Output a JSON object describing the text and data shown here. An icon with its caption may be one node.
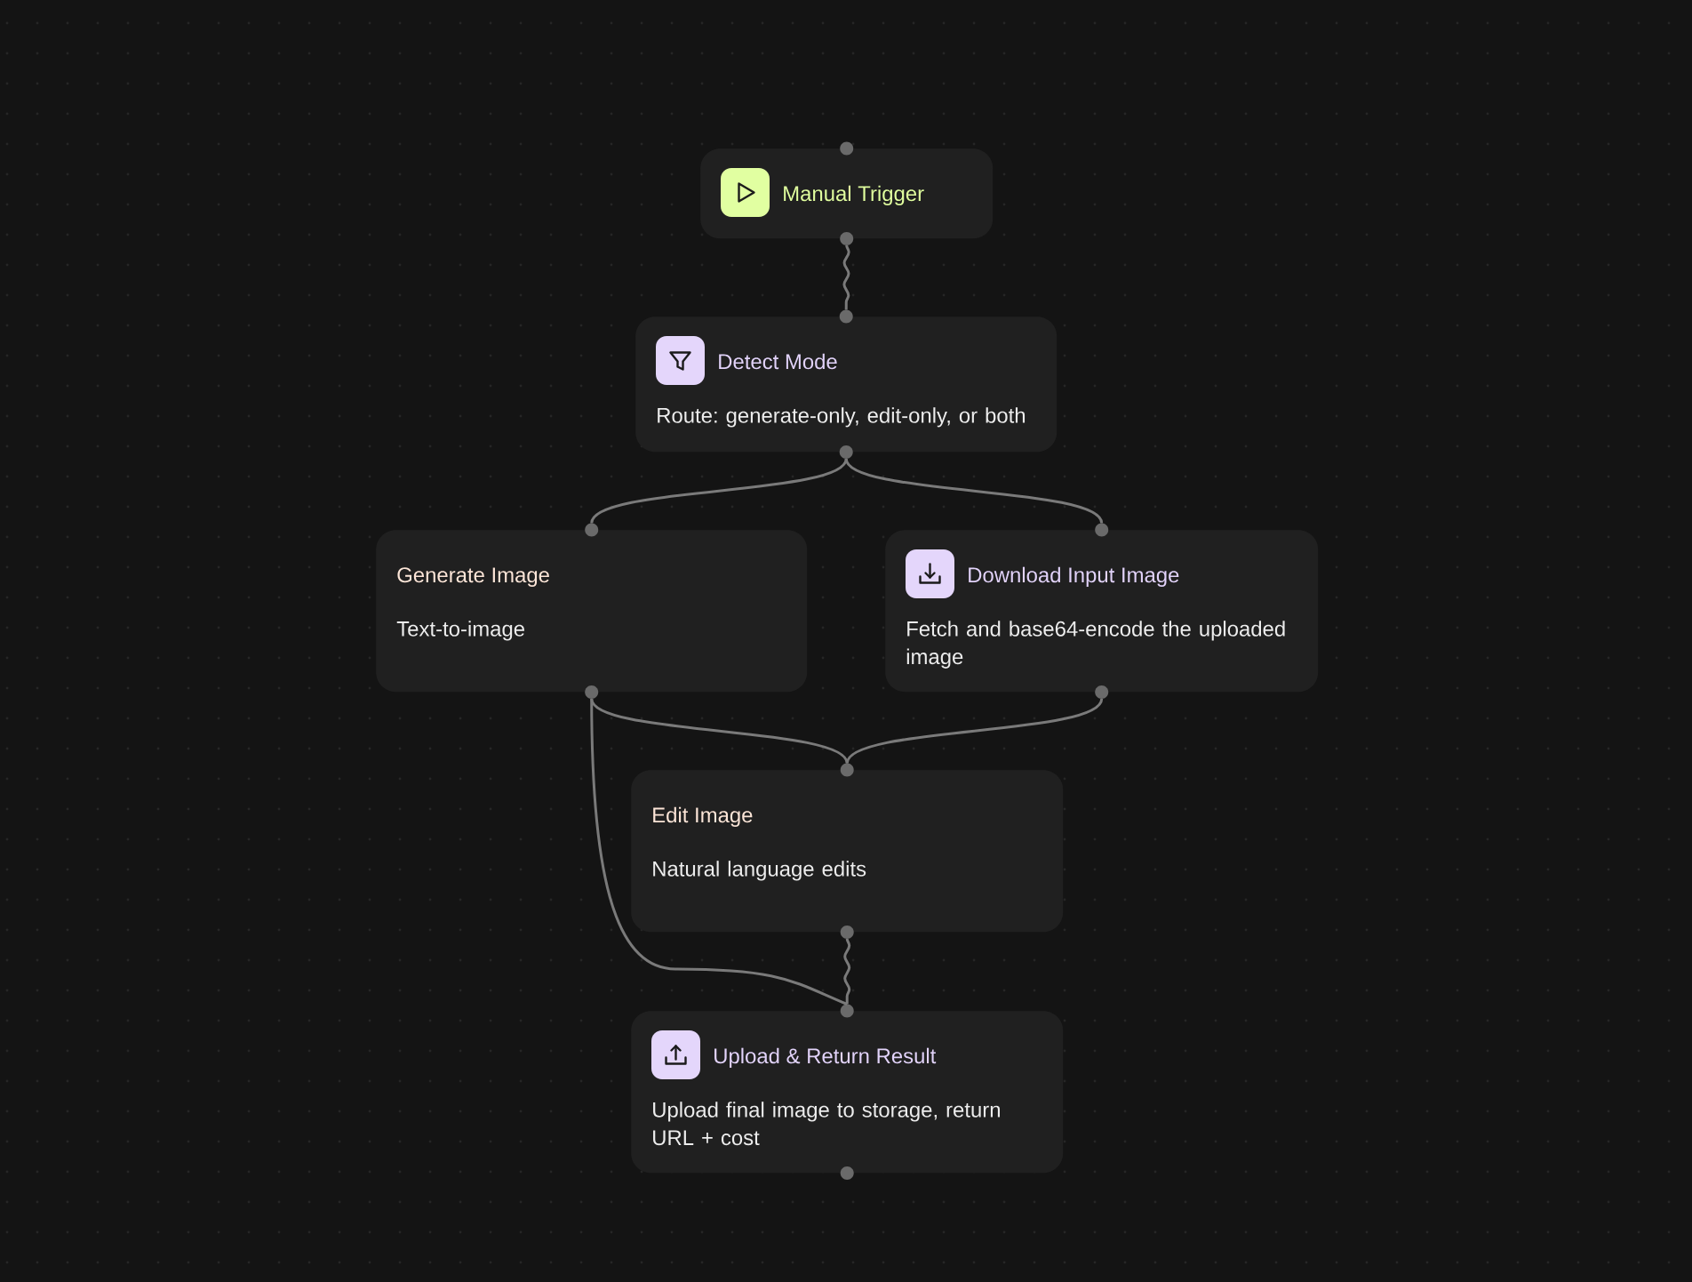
{
  "diagram": {
    "nodes": [
      {
        "text": [
          "Manual Trigger"
        ]
      },
      {
        "text": [
          "Detect Mode",
          "Route: generate-only, edit-only, or both"
        ]
      },
      {
        "text": [
          "Generate Image",
          "Text-to-image"
        ]
      },
      {
        "text": [
          "Download Input Image",
          "Fetch and base64-encode the uploaded image"
        ]
      },
      {
        "text": [
          "Edit Image",
          "Natural language edits"
        ]
      },
      {
        "text": [
          "Upload & Return Result",
          "Upload final image to storage, return URL + cost"
        ]
      }
    ],
    "edges": [
      {
        "from": 0,
        "to": 1,
        "arrow": "none"
      },
      {
        "from": 1,
        "to": 2,
        "arrow": "none"
      },
      {
        "from": 1,
        "to": 3,
        "arrow": "none"
      },
      {
        "from": 2,
        "to": 4,
        "arrow": "none"
      },
      {
        "from": 3,
        "to": 4,
        "arrow": "none"
      },
      {
        "from": 2,
        "to": 5,
        "arrow": "none"
      },
      {
        "from": 4,
        "to": 5,
        "arrow": "none"
      }
    ]
  }
}
